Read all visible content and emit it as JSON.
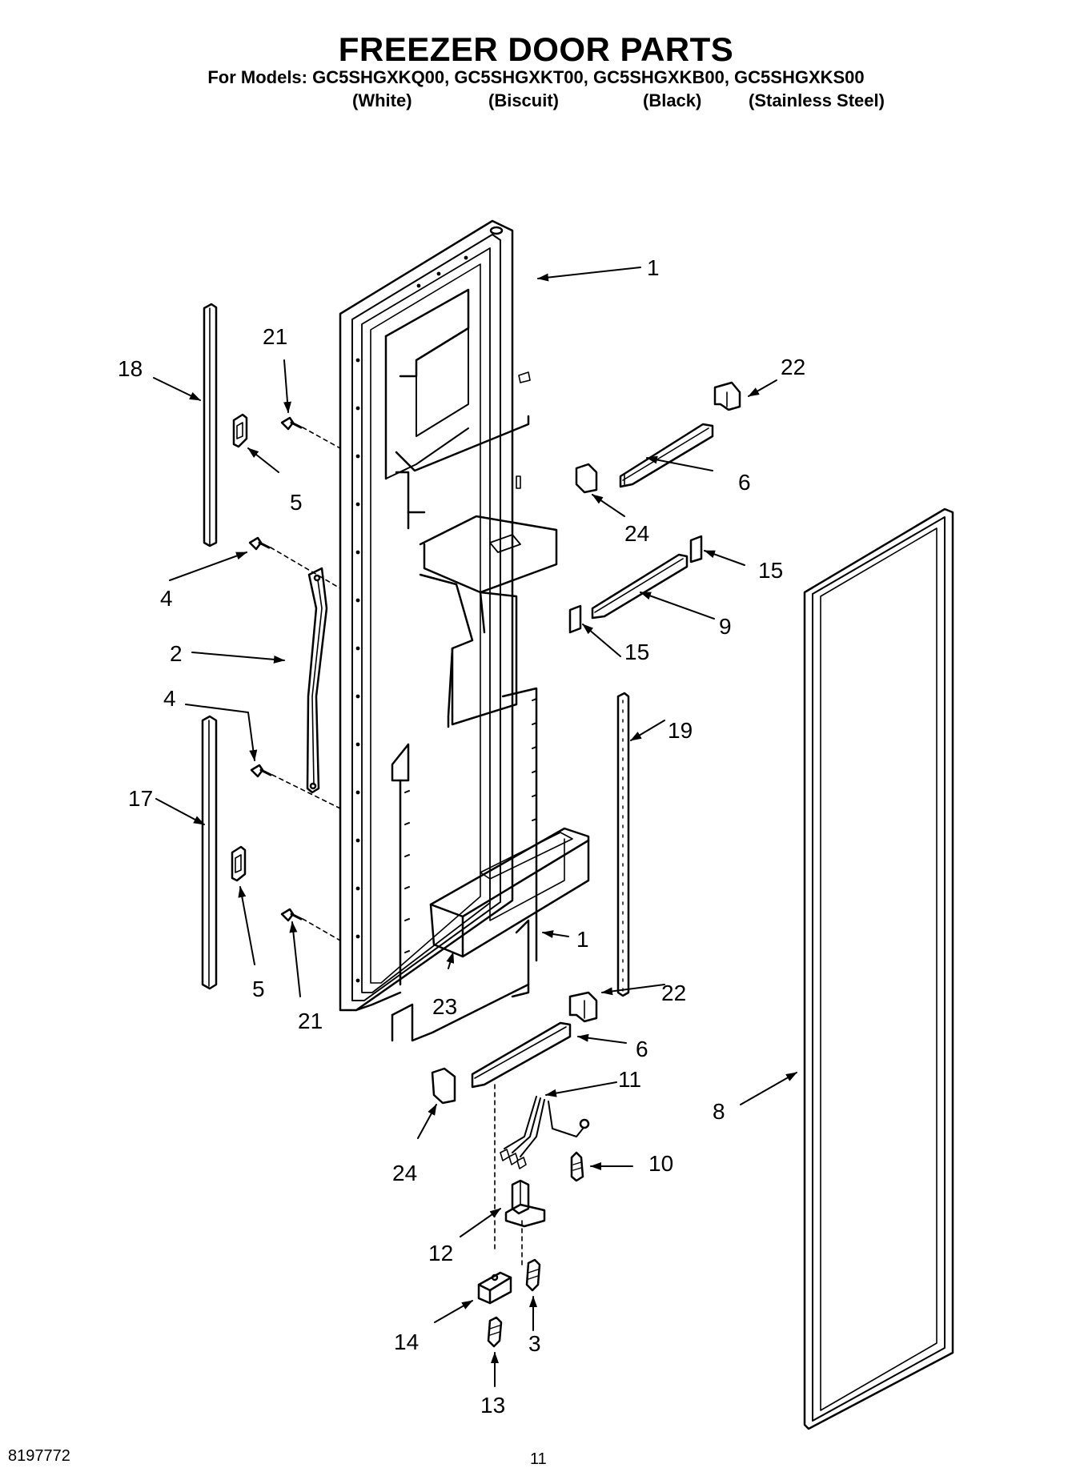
{
  "header": {
    "title": "FREEZER DOOR PARTS",
    "models_line": "For Models: GC5SHGXKQ00, GC5SHGXKT00, GC5SHGXKB00, GC5SHGXKS00",
    "colors": [
      "(White)",
      "(Biscuit)",
      "(Black)",
      "(Stainless Steel)"
    ]
  },
  "callouts": [
    "1",
    "18",
    "21",
    "22",
    "6",
    "5",
    "24",
    "15",
    "4",
    "9",
    "2",
    "15",
    "19",
    "4",
    "17",
    "1",
    "5",
    "21",
    "23",
    "22",
    "6",
    "11",
    "8",
    "10",
    "24",
    "12",
    "14",
    "3",
    "13"
  ],
  "footer": {
    "doc_number": "8197772",
    "page_number": "11"
  }
}
